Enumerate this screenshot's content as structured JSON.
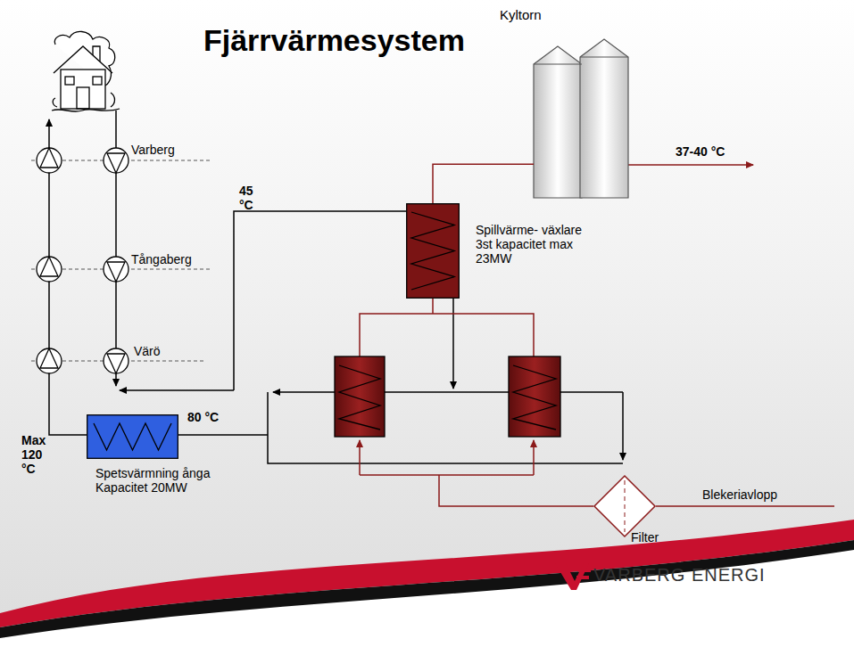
{
  "diagram": {
    "title": "Fjärrvärmesystem",
    "nodes": [
      {
        "text": [
          "Kyltorn"
        ]
      },
      {
        "text": [
          "Spillvärme- växlare 3st kapacitet max 23MW"
        ]
      },
      {
        "text": [
          "Spetsvärmning ånga Kapacitet 20MW"
        ]
      },
      {
        "text": [
          "Filter"
        ]
      }
    ],
    "edges": [
      {
        "from": 1,
        "to": 0,
        "arrow": "none"
      }
    ],
    "labels": [
      "Varberg",
      "Tångaberg",
      "Värö",
      "45 °C",
      "80 °C",
      "Max 120 °C",
      "37-40 °C",
      "Blekeriavlopp",
      "VARBERG ENERGI"
    ]
  }
}
